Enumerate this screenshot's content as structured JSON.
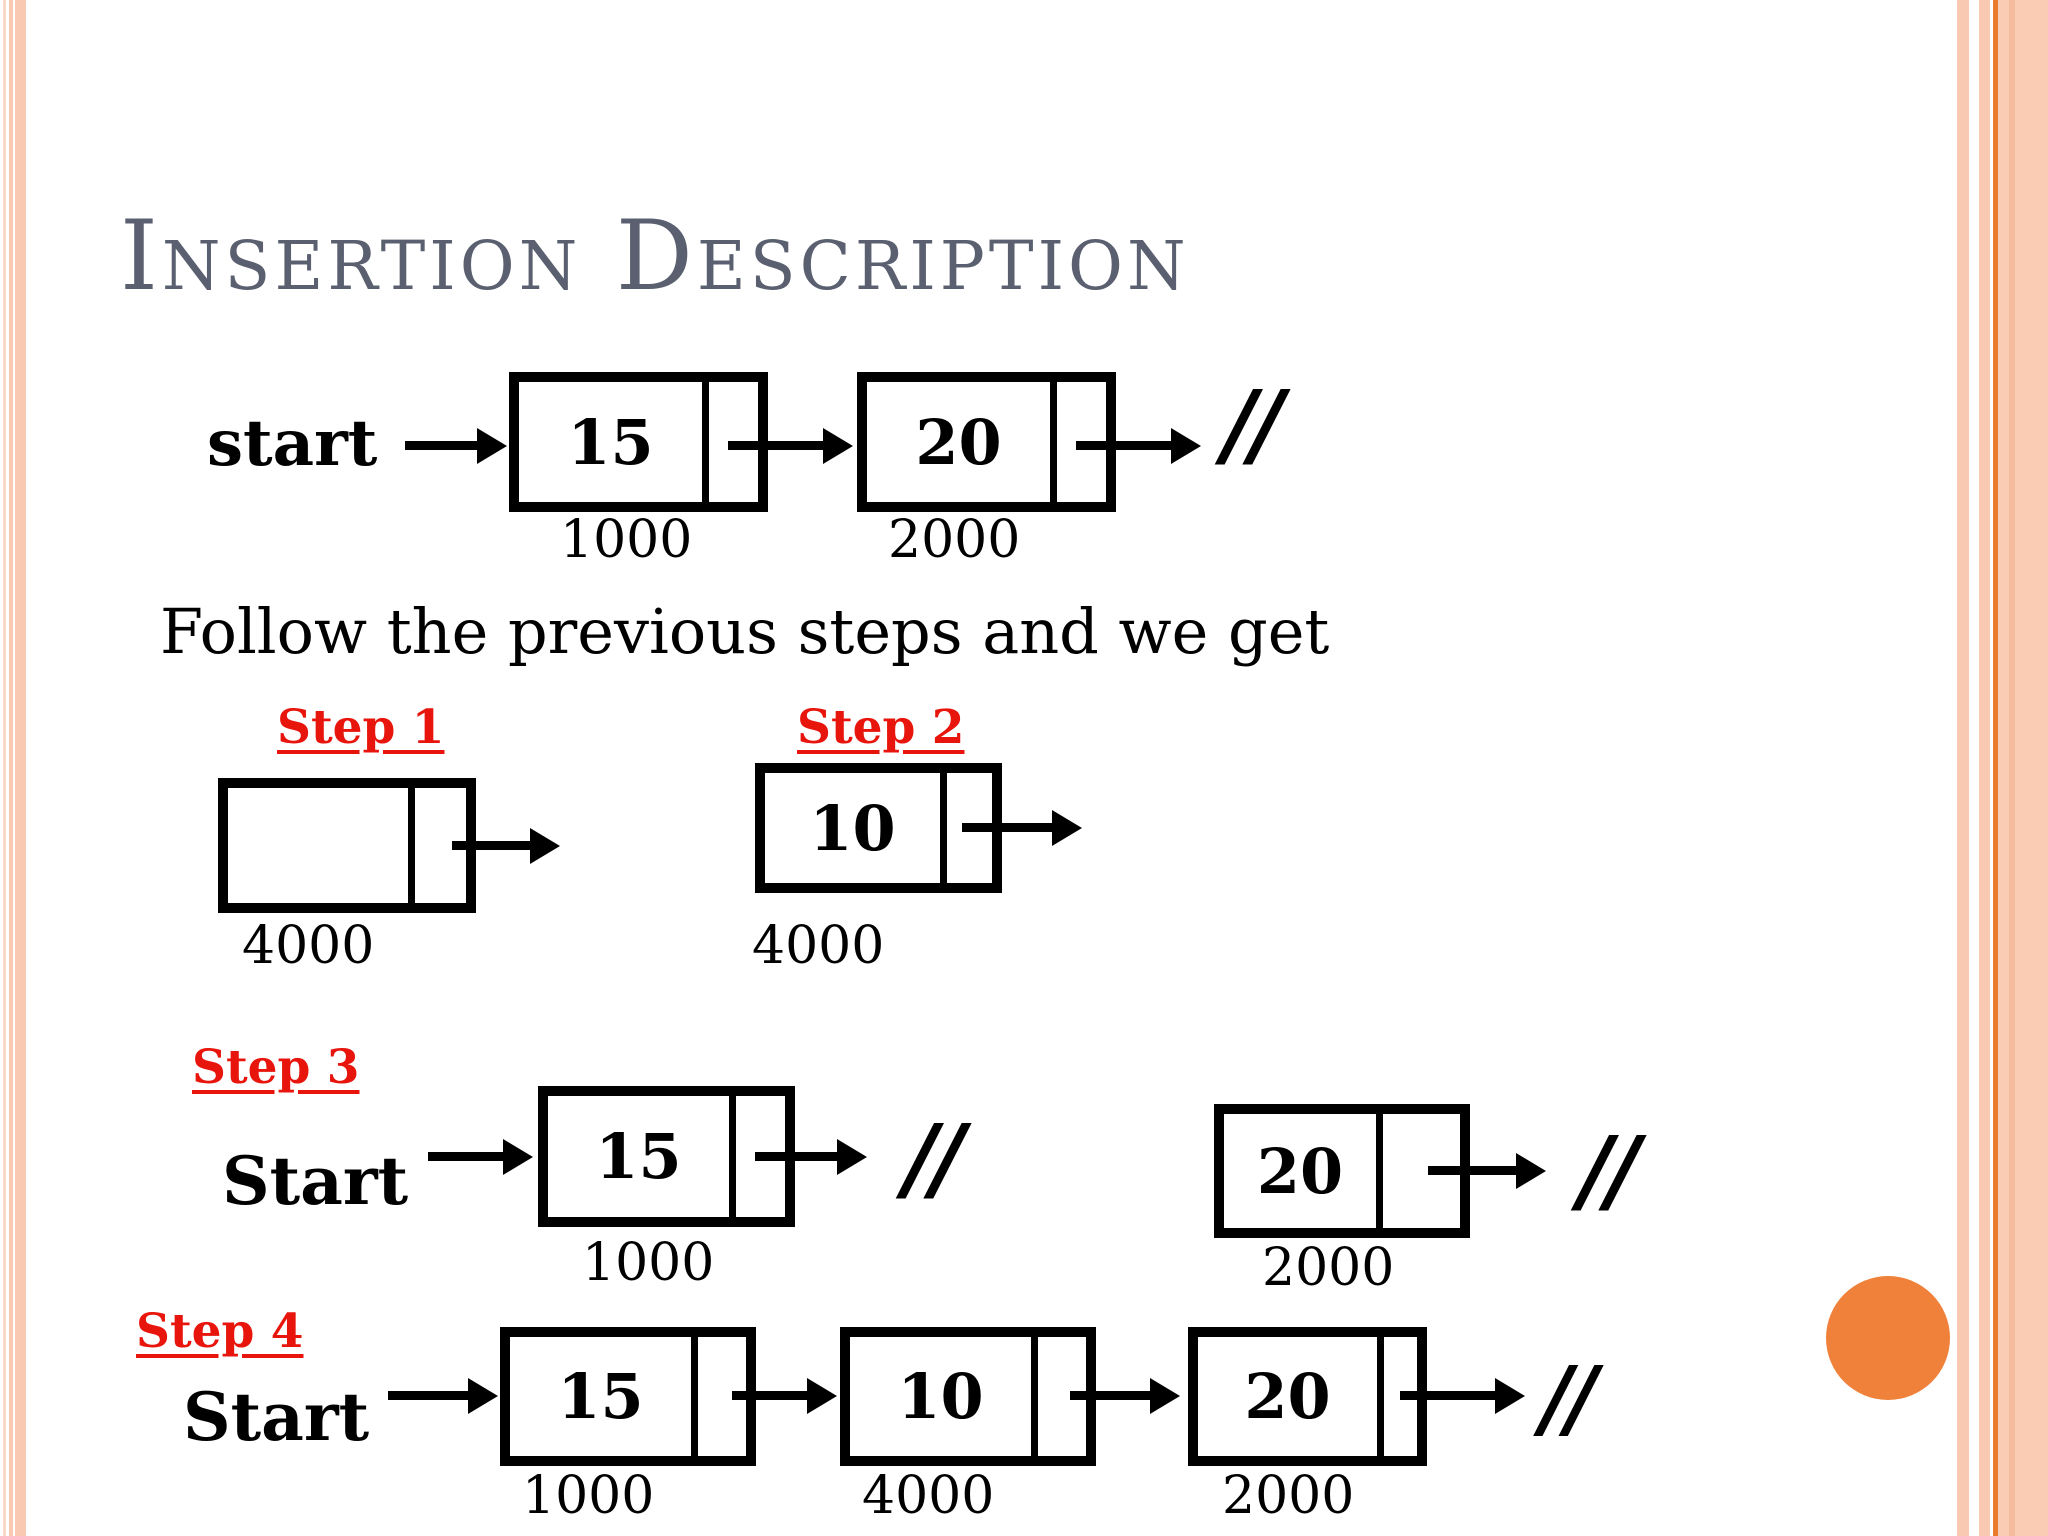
{
  "title": "Insertion Description",
  "intro": "Follow the previous steps and we get",
  "initial_list": {
    "pointer_label": "start",
    "null_marker": "//",
    "nodes": [
      {
        "value": "15",
        "address": "1000"
      },
      {
        "value": "20",
        "address": "2000"
      }
    ]
  },
  "steps": {
    "step1": {
      "label": "Step 1",
      "node": {
        "value": "",
        "address": "4000"
      }
    },
    "step2": {
      "label": "Step 2",
      "node": {
        "value": "10",
        "address": "4000"
      }
    },
    "step3": {
      "label": "Step 3",
      "pointer_label": "Start",
      "null_marker": "//",
      "list_a": {
        "node": {
          "value": "15",
          "address": "1000"
        }
      },
      "list_b": {
        "node": {
          "value": "20",
          "address": "2000"
        }
      }
    },
    "step4": {
      "label": "Step 4",
      "pointer_label": "Start",
      "null_marker": "//",
      "nodes": [
        {
          "value": "15",
          "address": "1000"
        },
        {
          "value": "10",
          "address": "4000"
        },
        {
          "value": "20",
          "address": "2000"
        }
      ]
    }
  },
  "theme": {
    "title_color": "#5a6070",
    "step_label_color": "#e8150c",
    "accent_circle_color": "#f0813a",
    "stripe_color": "#f9c9b1",
    "stripe_dark_color": "#e87c2c",
    "node_border_color": "#000000"
  }
}
